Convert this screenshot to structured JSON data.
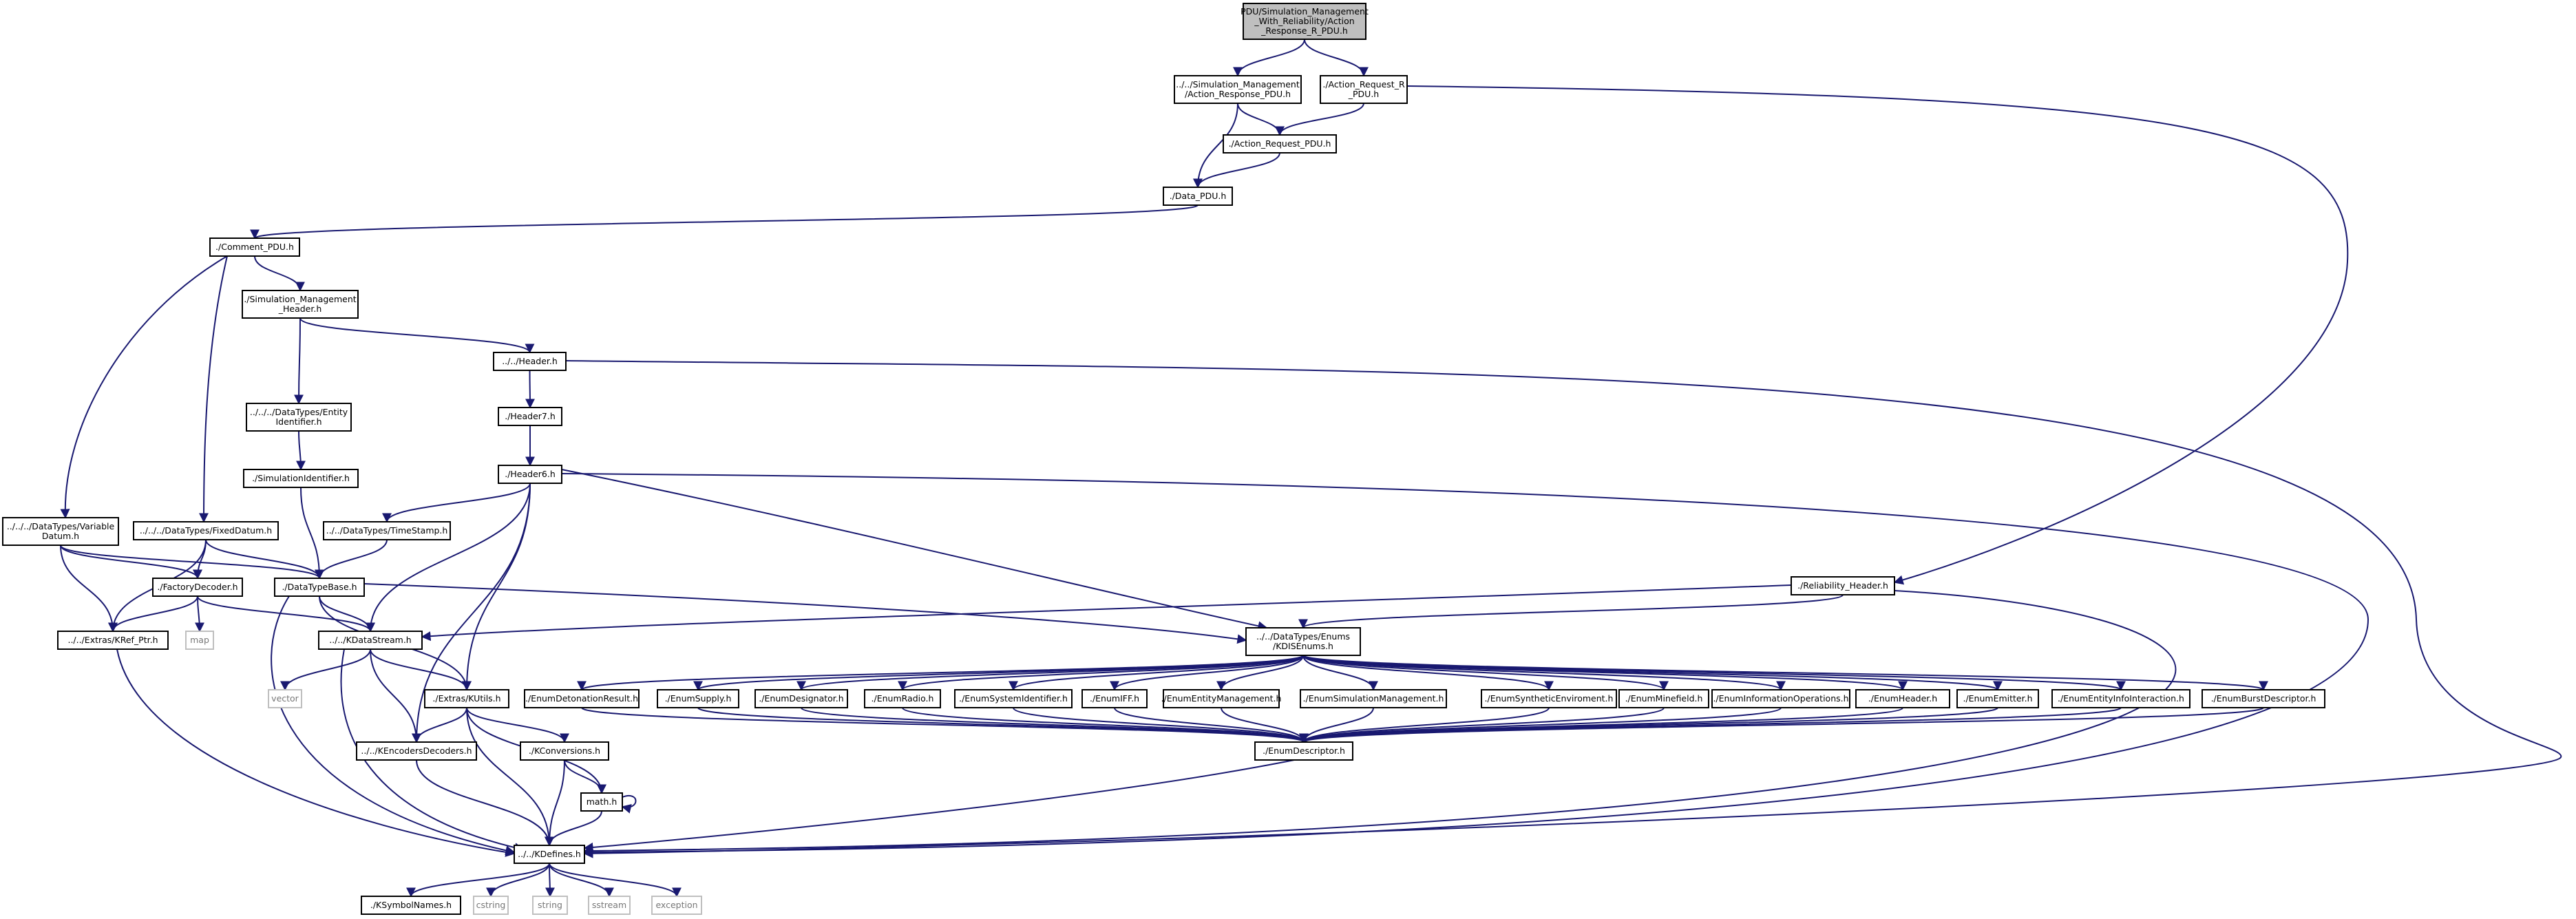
{
  "graph": {
    "edge_color": "#191970",
    "root_fill": "#bfbfbf",
    "system_border": "#bfbfbf",
    "nodes": [
      {
        "id": "root",
        "lines": [
          "PDU/Simulation_Management",
          "_With_Reliability/Action",
          "_Response_R_PDU.h"
        ],
        "kind": "root"
      },
      {
        "id": "arpdu",
        "lines": [
          "../../Simulation_Management",
          "/Action_Response_PDU.h"
        ],
        "kind": "normal"
      },
      {
        "id": "arrpdu",
        "lines": [
          "./Action_Request_R",
          "_PDU.h"
        ],
        "kind": "normal"
      },
      {
        "id": "areq",
        "lines": [
          "./Action_Request_PDU.h"
        ],
        "kind": "normal"
      },
      {
        "id": "data",
        "lines": [
          "./Data_PDU.h"
        ],
        "kind": "normal"
      },
      {
        "id": "comment",
        "lines": [
          "./Comment_PDU.h"
        ],
        "kind": "normal"
      },
      {
        "id": "smh",
        "lines": [
          "./Simulation_Management",
          "_Header.h"
        ],
        "kind": "normal"
      },
      {
        "id": "header",
        "lines": [
          "../../Header.h"
        ],
        "kind": "normal"
      },
      {
        "id": "entity",
        "lines": [
          "../../../DataTypes/Entity",
          "Identifier.h"
        ],
        "kind": "normal"
      },
      {
        "id": "h7",
        "lines": [
          "./Header7.h"
        ],
        "kind": "normal"
      },
      {
        "id": "simid",
        "lines": [
          "./SimulationIdentifier.h"
        ],
        "kind": "normal"
      },
      {
        "id": "h6",
        "lines": [
          "./Header6.h"
        ],
        "kind": "normal"
      },
      {
        "id": "vdat",
        "lines": [
          "../../../DataTypes/Variable",
          "Datum.h"
        ],
        "kind": "normal"
      },
      {
        "id": "fdat",
        "lines": [
          "../../../DataTypes/FixedDatum.h"
        ],
        "kind": "normal"
      },
      {
        "id": "tstamp",
        "lines": [
          "../../DataTypes/TimeStamp.h"
        ],
        "kind": "normal"
      },
      {
        "id": "factory",
        "lines": [
          "./FactoryDecoder.h"
        ],
        "kind": "normal"
      },
      {
        "id": "dtbase",
        "lines": [
          "./DataTypeBase.h"
        ],
        "kind": "normal"
      },
      {
        "id": "relhdr",
        "lines": [
          "./Reliability_Header.h"
        ],
        "kind": "normal"
      },
      {
        "id": "refptr",
        "lines": [
          "../../Extras/KRef_Ptr.h"
        ],
        "kind": "normal"
      },
      {
        "id": "map",
        "lines": [
          "map"
        ],
        "kind": "sys"
      },
      {
        "id": "dstream",
        "lines": [
          "../../KDataStream.h"
        ],
        "kind": "normal"
      },
      {
        "id": "disenums",
        "lines": [
          "../../DataTypes/Enums",
          "/KDISEnums.h"
        ],
        "kind": "normal"
      },
      {
        "id": "vector",
        "lines": [
          "vector"
        ],
        "kind": "sys"
      },
      {
        "id": "kutils",
        "lines": [
          "./Extras/KUtils.h"
        ],
        "kind": "normal"
      },
      {
        "id": "e_det",
        "lines": [
          "./EnumDetonationResult.h"
        ],
        "kind": "normal"
      },
      {
        "id": "e_sup",
        "lines": [
          "./EnumSupply.h"
        ],
        "kind": "normal"
      },
      {
        "id": "e_des",
        "lines": [
          "./EnumDesignator.h"
        ],
        "kind": "normal"
      },
      {
        "id": "e_rad",
        "lines": [
          "./EnumRadio.h"
        ],
        "kind": "normal"
      },
      {
        "id": "e_sys",
        "lines": [
          "./EnumSystemIdentifier.h"
        ],
        "kind": "normal"
      },
      {
        "id": "e_iff",
        "lines": [
          "./EnumIFF.h"
        ],
        "kind": "normal"
      },
      {
        "id": "e_ent",
        "lines": [
          "./EnumEntityManagement.h"
        ],
        "kind": "normal"
      },
      {
        "id": "e_sim",
        "lines": [
          "./EnumSimulationManagement.h"
        ],
        "kind": "normal"
      },
      {
        "id": "e_syn",
        "lines": [
          "./EnumSyntheticEnviroment.h"
        ],
        "kind": "normal"
      },
      {
        "id": "e_min",
        "lines": [
          "./EnumMinefield.h"
        ],
        "kind": "normal"
      },
      {
        "id": "e_inf",
        "lines": [
          "./EnumInformationOperations.h"
        ],
        "kind": "normal"
      },
      {
        "id": "e_hdr",
        "lines": [
          "./EnumHeader.h"
        ],
        "kind": "normal"
      },
      {
        "id": "e_emi",
        "lines": [
          "./EnumEmitter.h"
        ],
        "kind": "normal"
      },
      {
        "id": "e_eii",
        "lines": [
          "./EnumEntityInfoInteraction.h"
        ],
        "kind": "normal"
      },
      {
        "id": "e_bur",
        "lines": [
          "./EnumBurstDescriptor.h"
        ],
        "kind": "normal"
      },
      {
        "id": "encdec",
        "lines": [
          "../../KEncodersDecoders.h"
        ],
        "kind": "normal"
      },
      {
        "id": "conv",
        "lines": [
          "./KConversions.h"
        ],
        "kind": "normal"
      },
      {
        "id": "edesc",
        "lines": [
          "./EnumDescriptor.h"
        ],
        "kind": "normal"
      },
      {
        "id": "math",
        "lines": [
          "math.h"
        ],
        "kind": "normal"
      },
      {
        "id": "kdef",
        "lines": [
          "../../KDefines.h"
        ],
        "kind": "normal"
      },
      {
        "id": "ksym",
        "lines": [
          "./KSymbolNames.h"
        ],
        "kind": "normal"
      },
      {
        "id": "cstring",
        "lines": [
          "cstring"
        ],
        "kind": "sys"
      },
      {
        "id": "string",
        "lines": [
          "string"
        ],
        "kind": "sys"
      },
      {
        "id": "sstream",
        "lines": [
          "sstream"
        ],
        "kind": "sys"
      },
      {
        "id": "exception",
        "lines": [
          "exception"
        ],
        "kind": "sys"
      }
    ],
    "edges": [
      [
        "root",
        "arpdu"
      ],
      [
        "root",
        "arrpdu"
      ],
      [
        "arpdu",
        "areq"
      ],
      [
        "arpdu",
        "data"
      ],
      [
        "arrpdu",
        "areq"
      ],
      [
        "arrpdu",
        "relhdr"
      ],
      [
        "areq",
        "data"
      ],
      [
        "data",
        "comment"
      ],
      [
        "comment",
        "smh"
      ],
      [
        "comment",
        "vdat"
      ],
      [
        "comment",
        "fdat"
      ],
      [
        "smh",
        "header"
      ],
      [
        "smh",
        "entity"
      ],
      [
        "header",
        "h7"
      ],
      [
        "header",
        "kdef"
      ],
      [
        "entity",
        "simid"
      ],
      [
        "h7",
        "h6"
      ],
      [
        "simid",
        "dtbase"
      ],
      [
        "h6",
        "tstamp"
      ],
      [
        "h6",
        "dstream"
      ],
      [
        "h6",
        "encdec"
      ],
      [
        "h6",
        "kutils"
      ],
      [
        "h6",
        "disenums"
      ],
      [
        "h6",
        "kdef"
      ],
      [
        "vdat",
        "factory"
      ],
      [
        "vdat",
        "dtbase"
      ],
      [
        "vdat",
        "refptr"
      ],
      [
        "fdat",
        "factory"
      ],
      [
        "fdat",
        "dtbase"
      ],
      [
        "fdat",
        "refptr"
      ],
      [
        "tstamp",
        "dtbase"
      ],
      [
        "factory",
        "refptr"
      ],
      [
        "factory",
        "map"
      ],
      [
        "factory",
        "dstream"
      ],
      [
        "dtbase",
        "dstream"
      ],
      [
        "dtbase",
        "kutils"
      ],
      [
        "dtbase",
        "disenums"
      ],
      [
        "dtbase",
        "kdef"
      ],
      [
        "relhdr",
        "dstream"
      ],
      [
        "relhdr",
        "disenums"
      ],
      [
        "relhdr",
        "kdef"
      ],
      [
        "refptr",
        "kdef"
      ],
      [
        "dstream",
        "vector"
      ],
      [
        "dstream",
        "kutils"
      ],
      [
        "dstream",
        "encdec"
      ],
      [
        "dstream",
        "kdef"
      ],
      [
        "disenums",
        "e_det"
      ],
      [
        "disenums",
        "e_sup"
      ],
      [
        "disenums",
        "e_des"
      ],
      [
        "disenums",
        "e_rad"
      ],
      [
        "disenums",
        "e_sys"
      ],
      [
        "disenums",
        "e_iff"
      ],
      [
        "disenums",
        "e_ent"
      ],
      [
        "disenums",
        "e_sim"
      ],
      [
        "disenums",
        "e_syn"
      ],
      [
        "disenums",
        "e_min"
      ],
      [
        "disenums",
        "e_inf"
      ],
      [
        "disenums",
        "e_hdr"
      ],
      [
        "disenums",
        "e_emi"
      ],
      [
        "disenums",
        "e_eii"
      ],
      [
        "disenums",
        "e_bur"
      ],
      [
        "e_det",
        "edesc"
      ],
      [
        "e_sup",
        "edesc"
      ],
      [
        "e_des",
        "edesc"
      ],
      [
        "e_rad",
        "edesc"
      ],
      [
        "e_sys",
        "edesc"
      ],
      [
        "e_iff",
        "edesc"
      ],
      [
        "e_ent",
        "edesc"
      ],
      [
        "e_sim",
        "edesc"
      ],
      [
        "e_syn",
        "edesc"
      ],
      [
        "e_min",
        "edesc"
      ],
      [
        "e_inf",
        "edesc"
      ],
      [
        "e_hdr",
        "edesc"
      ],
      [
        "e_emi",
        "edesc"
      ],
      [
        "e_eii",
        "edesc"
      ],
      [
        "e_bur",
        "edesc"
      ],
      [
        "edesc",
        "kdef"
      ],
      [
        "kutils",
        "encdec"
      ],
      [
        "kutils",
        "conv"
      ],
      [
        "kutils",
        "math"
      ],
      [
        "kutils",
        "kdef"
      ],
      [
        "encdec",
        "kdef"
      ],
      [
        "conv",
        "math"
      ],
      [
        "conv",
        "kdef"
      ],
      [
        "math",
        "math"
      ],
      [
        "math",
        "kdef"
      ],
      [
        "kdef",
        "ksym"
      ],
      [
        "kdef",
        "cstring"
      ],
      [
        "kdef",
        "string"
      ],
      [
        "kdef",
        "sstream"
      ],
      [
        "kdef",
        "exception"
      ]
    ]
  }
}
